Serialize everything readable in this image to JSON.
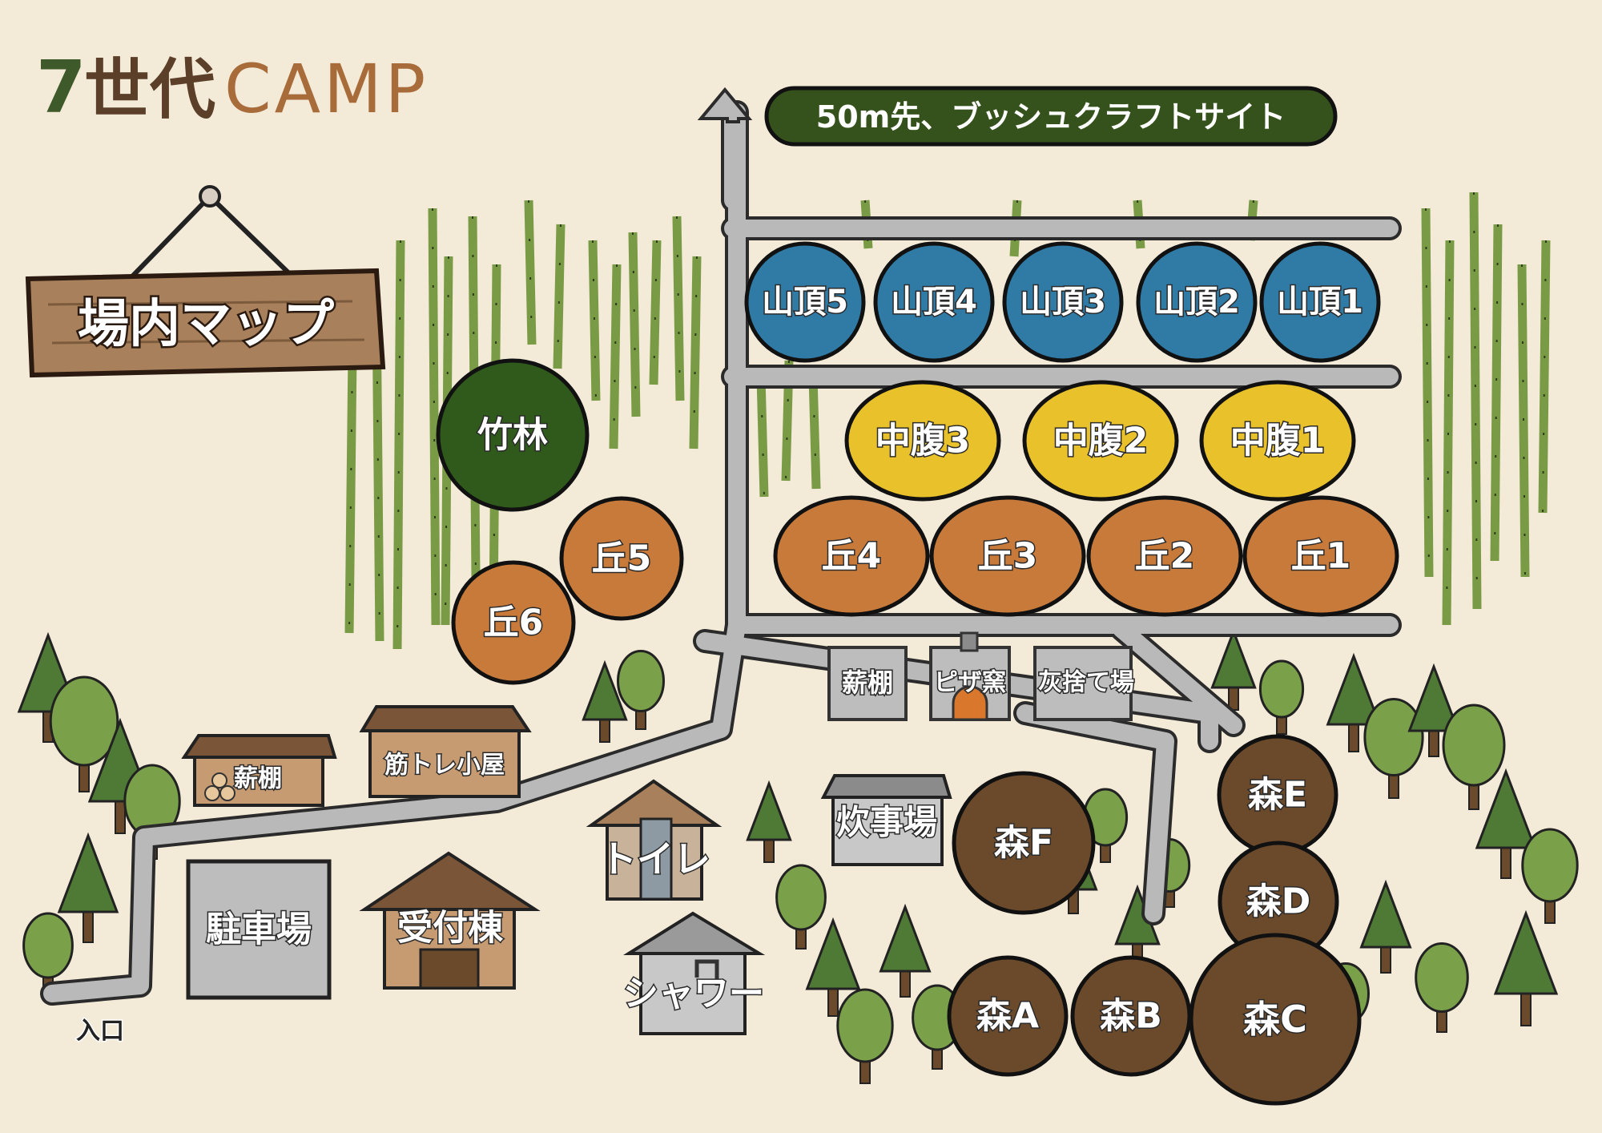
{
  "logo": {
    "number": "7",
    "kanji": "世代",
    "latin": "CAMP"
  },
  "sign": {
    "title": "場内マップ"
  },
  "banner": {
    "text": "50m先、ブッシュクラフトサイト"
  },
  "colors": {
    "summit": "#2f7ba6",
    "midslope": "#e9c12b",
    "hill": "#c77a3a",
    "forest": "#6b4a2b",
    "bamboo_grove": "#2f5a1c",
    "banner": "#35521c",
    "road": "#b9b9b9",
    "background": "#f3ead8"
  },
  "sites": {
    "bamboo_grove": "竹林",
    "summit": [
      "山頂5",
      "山頂4",
      "山頂3",
      "山頂2",
      "山頂1"
    ],
    "midslope": [
      "中腹3",
      "中腹2",
      "中腹1"
    ],
    "hill": [
      "丘4",
      "丘3",
      "丘2",
      "丘1",
      "丘5",
      "丘6"
    ],
    "forest": [
      "森F",
      "森E",
      "森D",
      "森A",
      "森B",
      "森C"
    ]
  },
  "facilities": {
    "firewood_shed_small": "薪棚",
    "pizza_oven": "ピザ窯",
    "ash_dump": "灰捨て場",
    "firewood_shed": "薪棚",
    "gym_hut": "筋トレ小屋",
    "parking": "駐車場",
    "reception": "受付棟",
    "toilet": "トイレ",
    "shower": "シャワー",
    "kitchen": "炊事場",
    "entrance": "入口"
  }
}
